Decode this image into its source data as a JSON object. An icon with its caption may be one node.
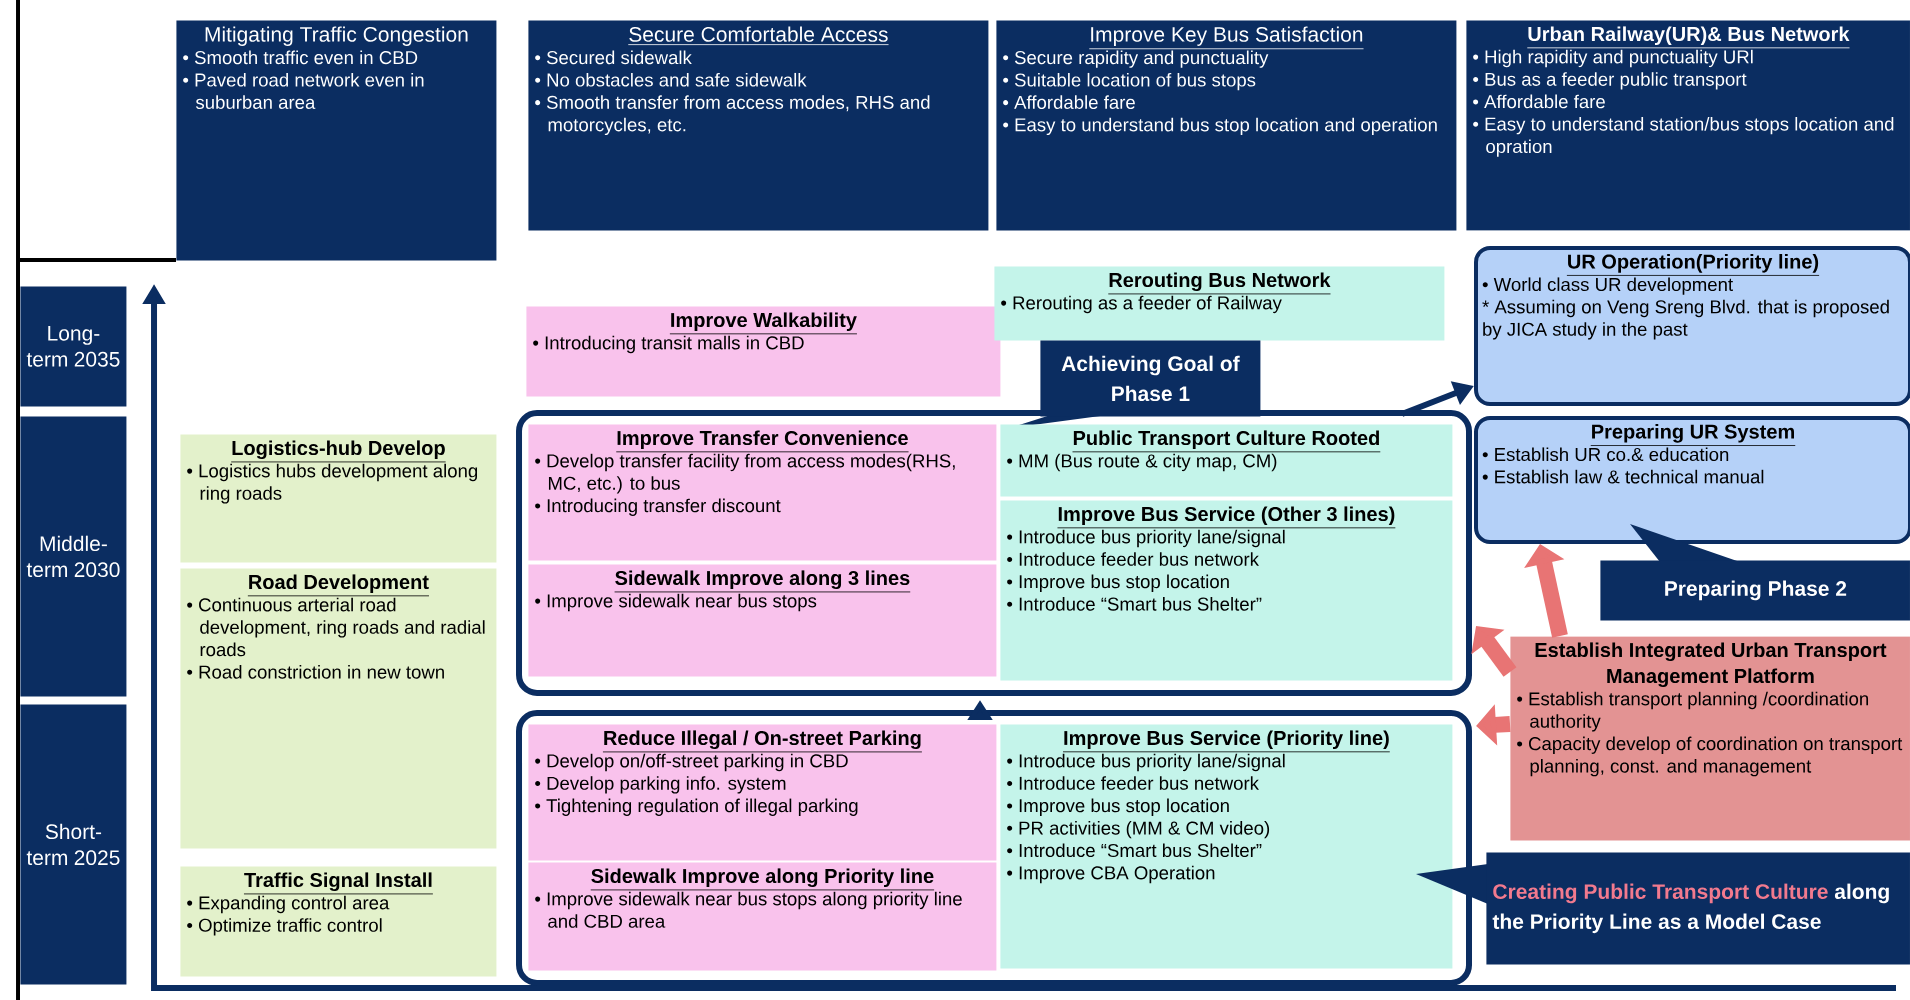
{
  "diagram": {
    "nodes": [
      {
        "text": [
          "Mitigating Traffic Congestion",
          "• Smooth traffic even in CBD",
          "• Paved road network even in suburban area"
        ]
      },
      {
        "text": [
          "Secure Comfortable Access",
          "• Secured sidewalk",
          "• No obstacles and safe sidewalk",
          "• Smooth transfer from access modes, RHS and motorcycles, etc."
        ]
      },
      {
        "text": [
          "Improve Key Bus Satisfaction",
          "• Secure rapidity and punctuality",
          "• Suitable location of bus stops",
          "• Affordable fare",
          "• Easy to understand bus stop location and operation"
        ]
      },
      {
        "text": [
          "Urban Railway(UR)& Bus Network",
          "• High rapidity and punctuality URl",
          "• Bus as a feeder public transport",
          "• Affordable fare",
          "• Easy to understand station/bus stops location and opration"
        ]
      },
      {
        "text": [
          "Long-term 2035"
        ]
      },
      {
        "text": [
          "Middle-term 2030"
        ]
      },
      {
        "text": [
          "Short-term 2025"
        ]
      },
      {
        "text": [
          "Improve Walkability",
          "• Introducing transit malls in CBD"
        ]
      },
      {
        "text": [
          "Rerouting Bus Network",
          "• Rerouting as a feeder of Railway"
        ]
      },
      {
        "text": [
          "UR Operation(Priority line)",
          "• World class UR development",
          "* Assuming on Veng Sreng Blvd. that is proposed by JICA study in the past"
        ]
      },
      {
        "text": [
          "Achieving Goal of Phase 1"
        ]
      },
      {
        "text": [
          "Logistics-hub Develop",
          "• Logistics hubs development along ring roads"
        ]
      },
      {
        "text": [
          "Road Development",
          "• Continuous arterial road development, ring roads and radial roads",
          "• Road constriction in new town"
        ]
      },
      {
        "text": [
          "Traffic Signal Install",
          "• Expanding control area",
          "• Optimize traffic control"
        ]
      },
      {
        "text": [],
        "shape": "box"
      },
      {
        "text": [
          "Improve Transfer Convenience",
          "• Develop transfer facility from access modes(RHS, MC, etc.) to bus",
          "• Introducing transfer discount"
        ],
        "in": 14
      },
      {
        "text": [
          "Sidewalk Improve along 3 lines",
          "• Improve sidewalk near bus stops"
        ],
        "in": 14
      },
      {
        "text": [
          "Public Transport Culture Rooted",
          "• MM (Bus route & city map, CM)"
        ],
        "in": 14
      },
      {
        "text": [
          "Improve Bus Service (Other 3 lines)",
          "• Introduce bus priority lane/signal",
          "• Introduce feeder bus network",
          "• Improve bus stop location",
          "• Introduce “Smart bus Shelter”"
        ],
        "in": 14
      },
      {
        "text": [
          "Preparing UR System",
          "• Establish UR co.& education",
          "• Establish law & technical manual"
        ]
      },
      {
        "text": [
          "Preparing Phase 2"
        ]
      },
      {
        "text": [
          "Establish Integrated Urban Transport Management Platform",
          "• Establish transport planning /coordination authority",
          "• Capacity develop of coordination on transport planning, const. and management"
        ]
      },
      {
        "text": [],
        "shape": "box"
      },
      {
        "text": [
          "Reduce Illegal / On-street Parking",
          "• Develop on/off-street parking in CBD",
          "• Develop parking info. system",
          "• Tightening regulation of illegal parking"
        ],
        "in": 22
      },
      {
        "text": [
          "Sidewalk Improve along Priority line",
          "• Improve sidewalk near bus stops along priority line and CBD area"
        ],
        "in": 22
      },
      {
        "text": [
          "Improve Bus Service (Priority line)",
          "• Introduce bus priority lane/signal",
          "• Introduce feeder bus network",
          "• Improve bus stop location",
          "• PR activities (MM & CM video)",
          "• Introduce “Smart bus Shelter”",
          "• Improve CBA Operation"
        ],
        "in": 22
      },
      {
        "text": [
          "Creating Public Transport Culture",
          "along the Priority Line as a Model Case"
        ]
      }
    ],
    "edges": [
      {
        "from": 22,
        "to": 14,
        "arrow": "to",
        "color": "#0b2d61"
      },
      {
        "from": 14,
        "to": 9,
        "arrow": "to",
        "color": "#0b2d61"
      },
      {
        "from": 21,
        "to": 14,
        "arrow": "to"
      },
      {
        "from": 21,
        "to": 19,
        "arrow": "to"
      },
      {
        "from": 21,
        "to": 22,
        "arrow": "to"
      }
    ]
  }
}
